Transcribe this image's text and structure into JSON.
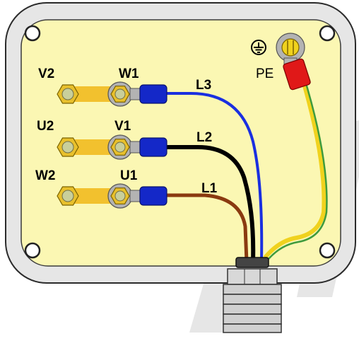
{
  "terminal_labels": {
    "top_left": "V2",
    "top_right": "W1",
    "mid_left": "U2",
    "mid_right": "V1",
    "bot_left": "W2",
    "bot_right": "U1"
  },
  "wire_labels": {
    "blue": "L3",
    "black": "L2",
    "brown": "L1"
  },
  "ground_label": "PE",
  "ground_symbol": "⏚",
  "icons": [
    "ground-symbol-icon",
    "screw-icon",
    "nut-icon",
    "cable-gland-icon"
  ],
  "colors": {
    "panel": "#fbf7b3",
    "enclosure": "#e6e6e6",
    "outline": "#2b2b2b",
    "link_bar": "#f2c12e",
    "brass_nut": "#e8c02c",
    "crimp_blue": "#1428c8",
    "wire_l3": "#1a2fe0",
    "wire_l2": "#000000",
    "wire_l1": "#8a3a10",
    "wire_pe_yellow": "#f0d21e",
    "wire_pe_green": "#3e9b3e",
    "crimp_red": "#e01818",
    "watermark": "#e4e4e4"
  }
}
